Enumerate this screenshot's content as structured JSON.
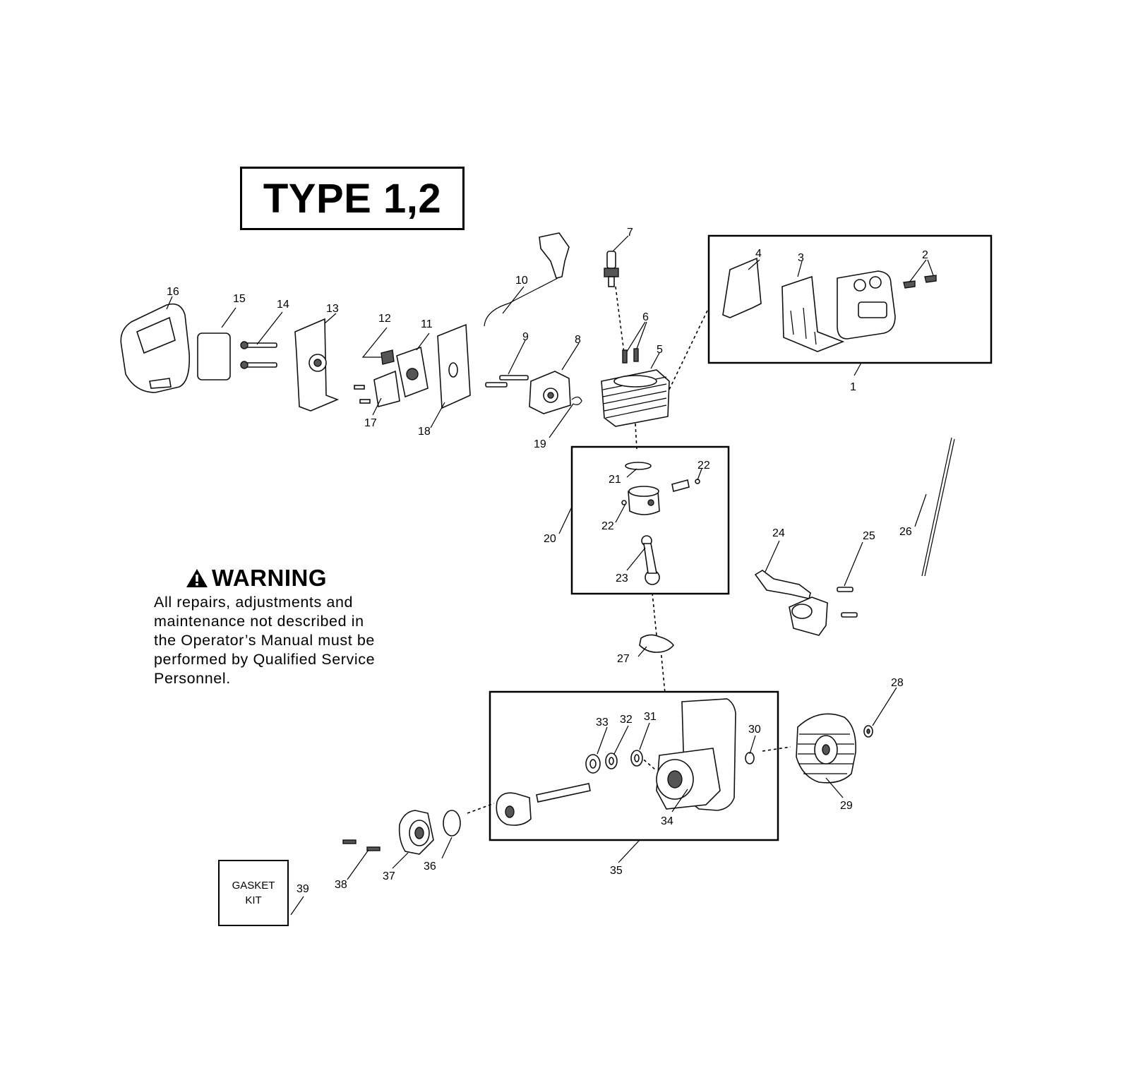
{
  "title": "TYPE 1,2",
  "warning": {
    "heading": "WARNING",
    "lines": [
      "All repairs, adjustments and",
      "maintenance not described in",
      "the Operator’s Manual must be",
      "performed by Qualified Service",
      "Personnel."
    ]
  },
  "gasket_kit": {
    "line1": "GASKET",
    "line2": "KIT"
  },
  "callouts": {
    "n1": "1",
    "n2": "2",
    "n3": "3",
    "n4": "4",
    "n5": "5",
    "n6": "6",
    "n7": "7",
    "n8": "8",
    "n9": "9",
    "n10": "10",
    "n11": "11",
    "n12": "12",
    "n13": "13",
    "n14": "14",
    "n15": "15",
    "n16": "16",
    "n17": "17",
    "n18": "18",
    "n19": "19",
    "n20": "20",
    "n21": "21",
    "n22": "22",
    "n23": "23",
    "n24": "24",
    "n25": "25",
    "n26": "26",
    "n27": "27",
    "n28": "28",
    "n29": "29",
    "n30": "30",
    "n31": "31",
    "n32": "32",
    "n33": "33",
    "n34": "34",
    "n35": "35",
    "n36": "36",
    "n37": "37",
    "n38": "38",
    "n39": "39"
  }
}
